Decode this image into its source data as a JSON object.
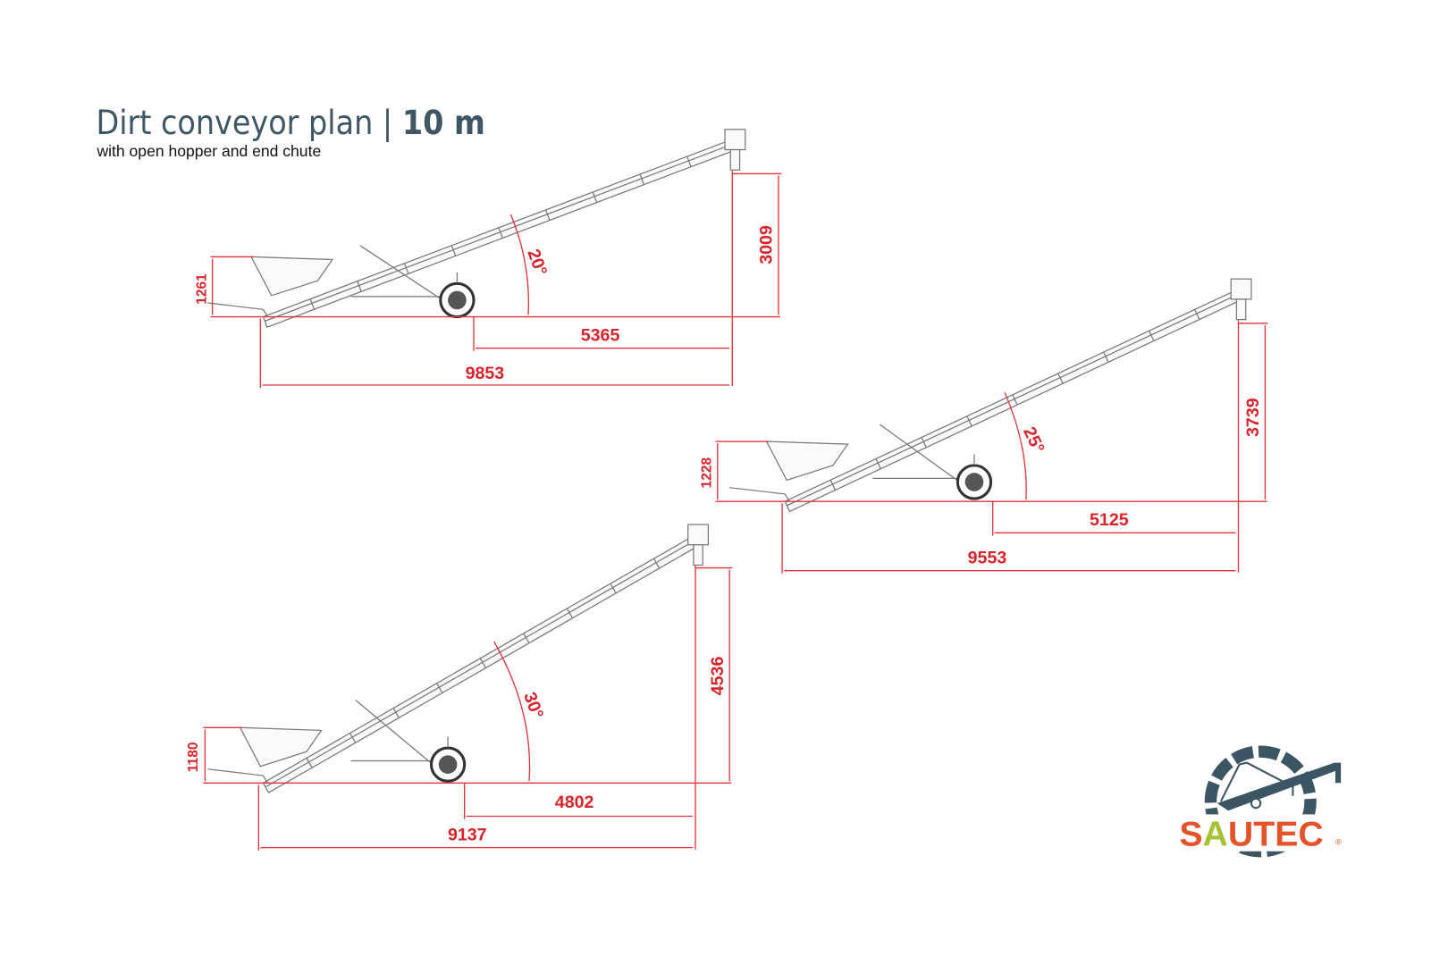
{
  "header": {
    "title": "Dirt conveyor plan | ",
    "title_bold": "10 m",
    "subtitle": "with open hopper and end chute"
  },
  "configurations": [
    {
      "angle": "20°",
      "hopper_height": "1261",
      "discharge_height": "3009",
      "wheel_to_discharge": "5365",
      "total_length": "9853"
    },
    {
      "angle": "25°",
      "hopper_height": "1228",
      "discharge_height": "3739",
      "wheel_to_discharge": "5125",
      "total_length": "9553"
    },
    {
      "angle": "30°",
      "hopper_height": "1180",
      "discharge_height": "4536",
      "wheel_to_discharge": "4802",
      "total_length": "9137"
    }
  ],
  "logo": {
    "text_s": "S",
    "text_a": "A",
    "text_rest": "UTEC",
    "registered": "®"
  },
  "colors": {
    "title": "#3f5664",
    "dimension": "#d8232d",
    "logo_orange": "#e4532a",
    "logo_green": "#a5c334",
    "logo_gear": "#3b5563"
  }
}
